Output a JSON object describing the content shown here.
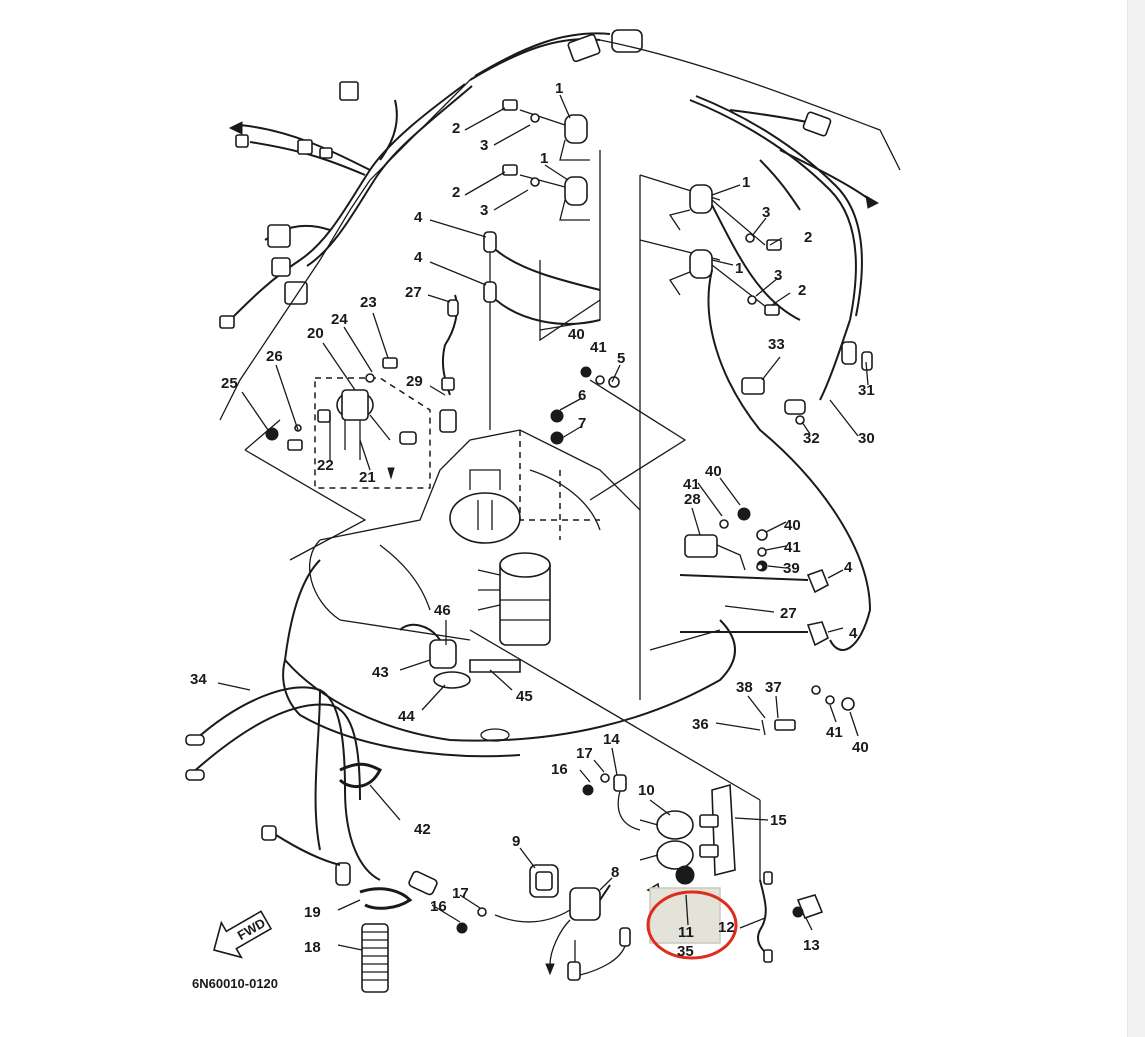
{
  "figure_code": "6N60010-0120",
  "fwd_label": "FWD",
  "colors": {
    "ink": "#1a1a1a",
    "highlight_ring": "#e02a1a",
    "highlight_fill": "#e3e3da"
  },
  "highlighted_part": "11",
  "callouts": [
    "1",
    "1",
    "1",
    "1",
    "2",
    "2",
    "2",
    "2",
    "3",
    "3",
    "3",
    "3",
    "4",
    "4",
    "4",
    "4",
    "5",
    "6",
    "7",
    "8",
    "9",
    "10",
    "11",
    "12",
    "13",
    "14",
    "15",
    "16",
    "16",
    "17",
    "17",
    "18",
    "19",
    "20",
    "21",
    "22",
    "23",
    "24",
    "25",
    "26",
    "27",
    "27",
    "28",
    "29",
    "30",
    "31",
    "32",
    "33",
    "34",
    "35",
    "36",
    "37",
    "38",
    "39",
    "40",
    "40",
    "40",
    "40",
    "41",
    "41",
    "41",
    "41",
    "42",
    "43",
    "44",
    "45",
    "46"
  ]
}
